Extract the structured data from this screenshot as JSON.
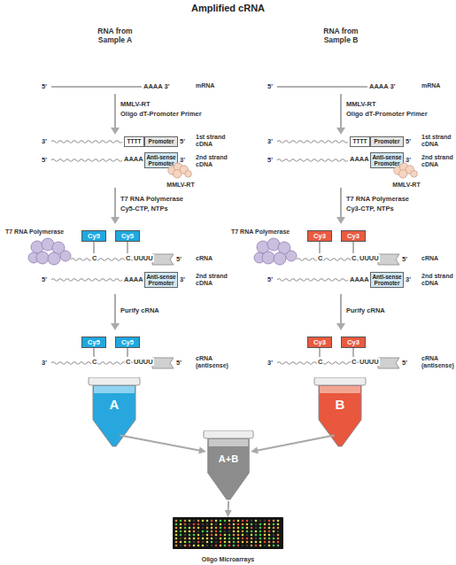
{
  "diagram": {
    "title": "Amplified cRNA",
    "nodes": [
      {
        "text": [
          "TTTT"
        ]
      },
      {
        "text": [
          "Promoter"
        ]
      },
      {
        "text": [
          "Anti-sense Promoter"
        ]
      },
      {
        "text": [
          "MMLV-RT"
        ]
      },
      {
        "text": [
          "T7 RNA Polymerase"
        ]
      },
      {
        "text": [
          "Cy5"
        ]
      },
      {
        "text": [
          "Cy5"
        ]
      },
      {
        "text": [
          "Anti-sense Promoter"
        ]
      },
      {
        "text": [
          "Cy5"
        ]
      },
      {
        "text": [
          "Cy5"
        ]
      },
      {
        "text": [
          "A"
        ]
      },
      {
        "text": [
          "TTTT"
        ]
      },
      {
        "text": [
          "Promoter"
        ]
      },
      {
        "text": [
          "Anti-sense Promoter"
        ]
      },
      {
        "text": [
          "MMLV-RT"
        ]
      },
      {
        "text": [
          "T7 RNA Polymerase"
        ]
      },
      {
        "text": [
          "Cy3"
        ]
      },
      {
        "text": [
          "Cy3"
        ]
      },
      {
        "text": [
          "Anti-sense Promoter"
        ]
      },
      {
        "text": [
          "Cy3"
        ]
      },
      {
        "text": [
          "Cy3"
        ]
      },
      {
        "text": [
          "B"
        ]
      },
      {
        "text": [
          "A+B"
        ]
      },
      {
        "text": [
          "Oligo Microarrays"
        ]
      }
    ],
    "edges": [
      {
        "from": 10,
        "to": 22,
        "arrow": "to"
      },
      {
        "from": 21,
        "to": 22,
        "arrow": "to"
      },
      {
        "from": 22,
        "to": 23,
        "arrow": "to"
      }
    ],
    "labels": [
      "RNA from Sample A",
      "5'",
      "AAAA 3'",
      "mRNA",
      "MMLV-RT",
      "Oligo dT-Promoter Primer",
      "3'",
      "5'",
      "1st strand cDNA",
      "5'",
      "AAAA",
      "3'",
      "2nd strand cDNA",
      "T7 RNA Polymerase",
      "Cy5-CTP, NTPs",
      "C",
      "C",
      "UUUU",
      "5'",
      "cRNA",
      "5'",
      "AAAA",
      "3'",
      "2nd strand cDNA",
      "Purify cRNA",
      "3'",
      "C",
      "C",
      "UUUU",
      "5'",
      "cRNA (antisense)",
      "RNA from Sample B",
      "5'",
      "AAAA 3'",
      "mRNA",
      "MMLV-RT",
      "Oligo dT-Promoter Primer",
      "3'",
      "5'",
      "1st strand cDNA",
      "5'",
      "AAAA",
      "3'",
      "2nd strand cDNA",
      "T7 RNA Polymerase",
      "Cy3-CTP, NTPs",
      "C",
      "C",
      "UUUU",
      "5'",
      "cRNA",
      "5'",
      "AAAA",
      "3'",
      "2nd strand cDNA",
      "Purify cRNA",
      "3'",
      "C",
      "C",
      "UUUU",
      "5'",
      "cRNA (antisense)"
    ]
  }
}
